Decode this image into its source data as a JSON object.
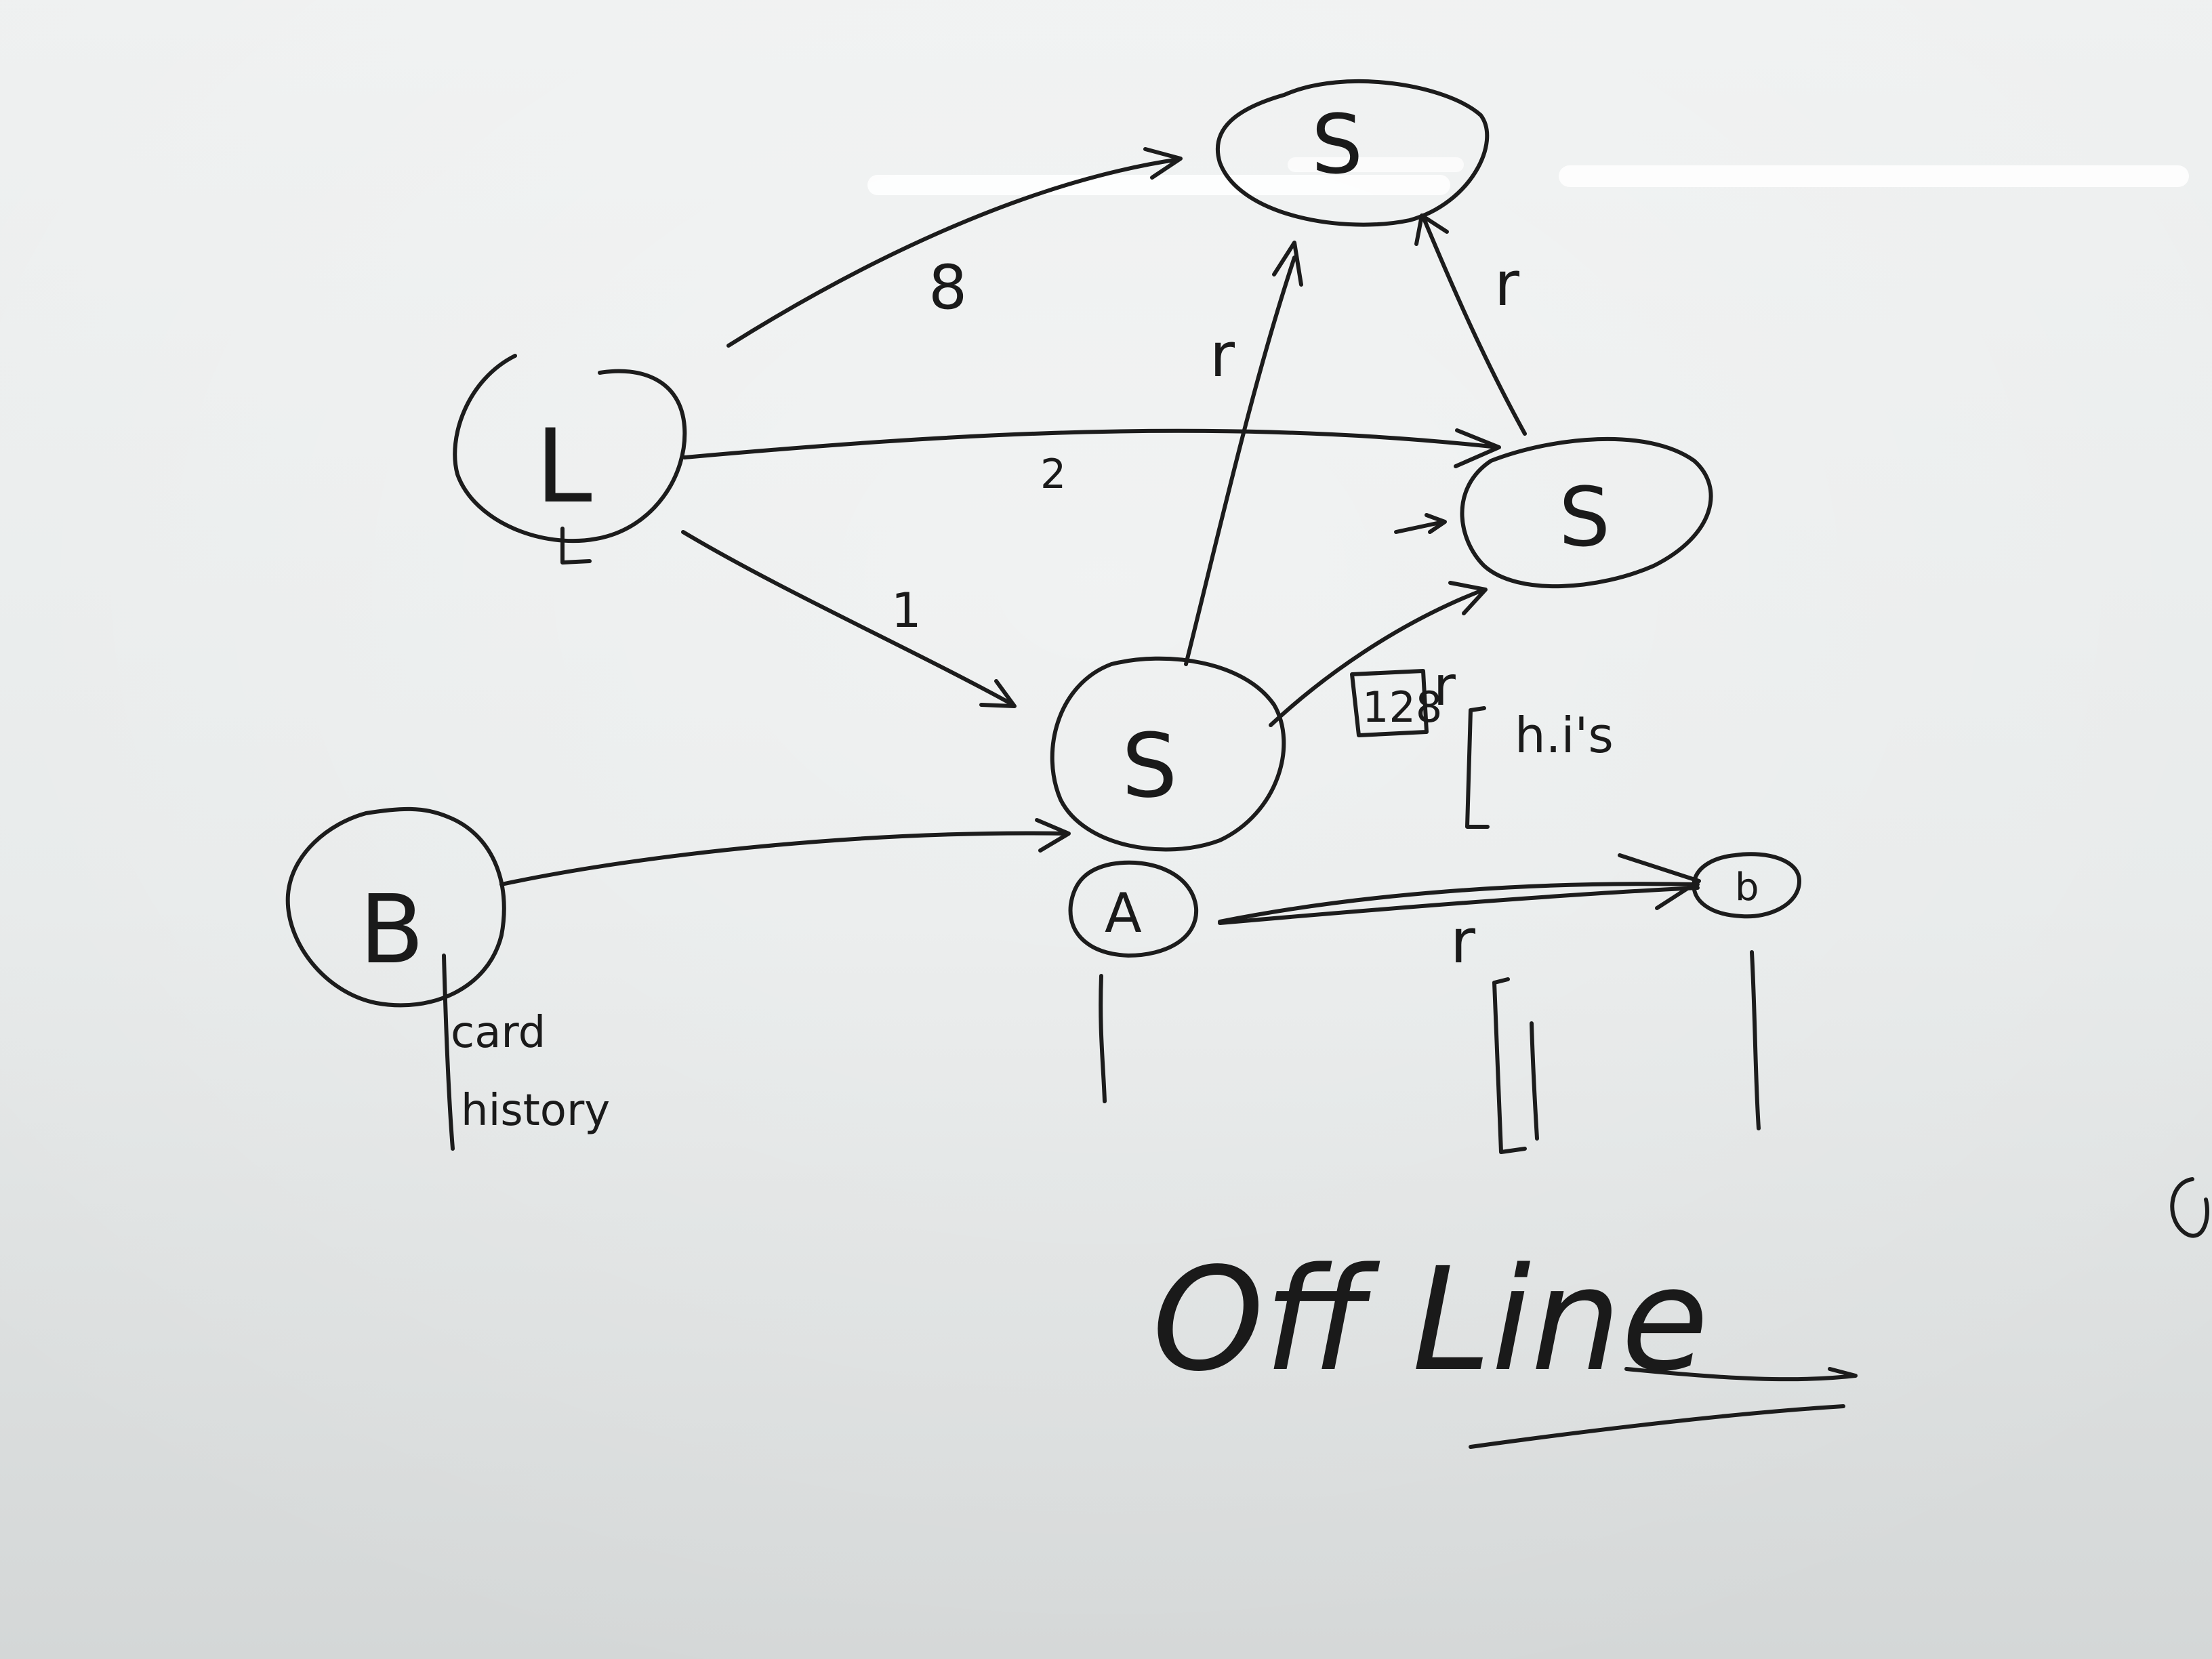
{
  "board": {
    "ink_color": "#1c1c1c",
    "background_color": "#e4e7e7"
  },
  "nodes": {
    "top_s": "S",
    "right_s": "S",
    "center_s": "S",
    "l_node": "L",
    "b_node": "B",
    "a_node": "A",
    "small_node": "b"
  },
  "edge_labels": {
    "l_to_top": "8",
    "l_to_right": "2",
    "l_to_center": "1",
    "center_to_top": "r",
    "right_to_top": "r",
    "center_to_right": "128",
    "center_to_right_r": "r",
    "a_to_small": "r"
  },
  "notes": {
    "his": "h.i's",
    "card": "card",
    "history": "history",
    "l_mark": "L"
  },
  "footer": {
    "heading": "Off Line"
  }
}
